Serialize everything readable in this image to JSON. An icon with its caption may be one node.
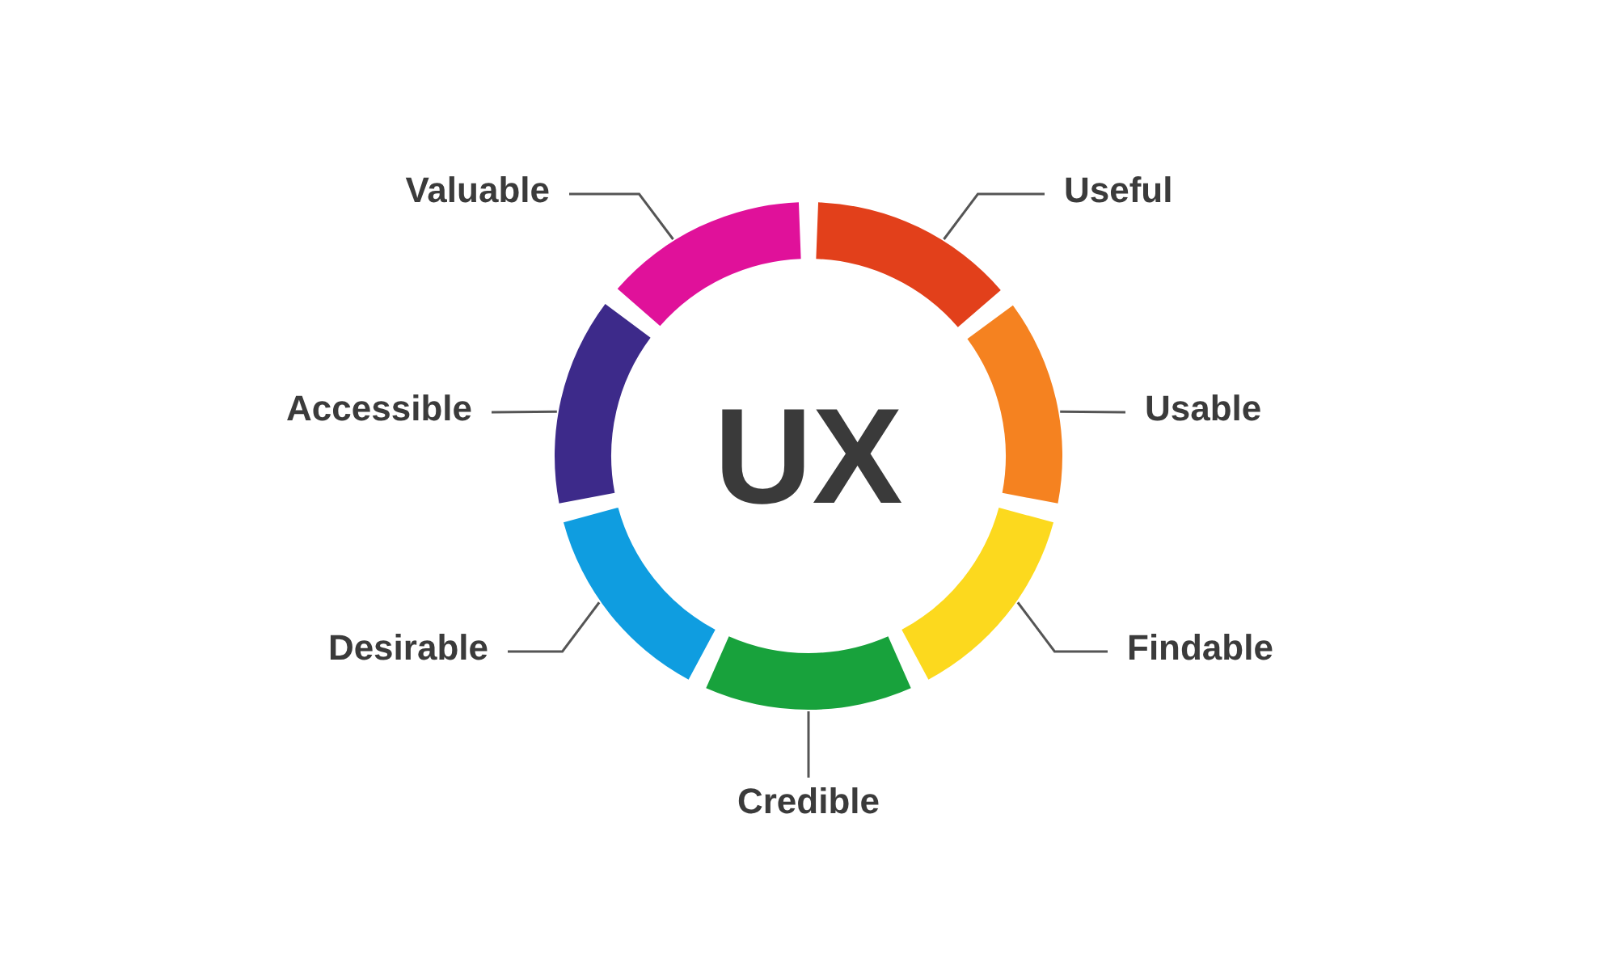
{
  "diagram": {
    "nodes": [
      {
        "text": [
          "Valuable"
        ]
      },
      {
        "text": [
          "Useful"
        ]
      },
      {
        "text": [
          "Accessible"
        ]
      },
      {
        "text": [
          "Usable"
        ]
      },
      {
        "text": [
          "Desirable"
        ]
      },
      {
        "text": [
          "Findable"
        ]
      },
      {
        "text": [
          "Credible"
        ]
      },
      {
        "text": [],
        "shape": "arc"
      },
      {
        "text": [],
        "shape": "arc"
      },
      {
        "text": [],
        "shape": "arc"
      },
      {
        "text": [],
        "shape": "arc"
      },
      {
        "text": [],
        "shape": "arc"
      },
      {
        "text": [],
        "shape": "arc"
      },
      {
        "text": [],
        "shape": "arc"
      }
    ],
    "edges": [
      {
        "from": 0,
        "to": 9,
        "arrow": "none"
      },
      {
        "from": 1,
        "to": 11,
        "arrow": "none"
      },
      {
        "from": 2,
        "to": 7,
        "arrow": "none"
      },
      {
        "from": 3,
        "to": 13,
        "arrow": "none"
      },
      {
        "from": 4,
        "to": 8,
        "arrow": "none"
      },
      {
        "from": 5,
        "to": 12,
        "arrow": "none"
      },
      {
        "from": 6,
        "to": 10,
        "arrow": "none"
      }
    ],
    "labels": [
      "UX"
    ]
  }
}
